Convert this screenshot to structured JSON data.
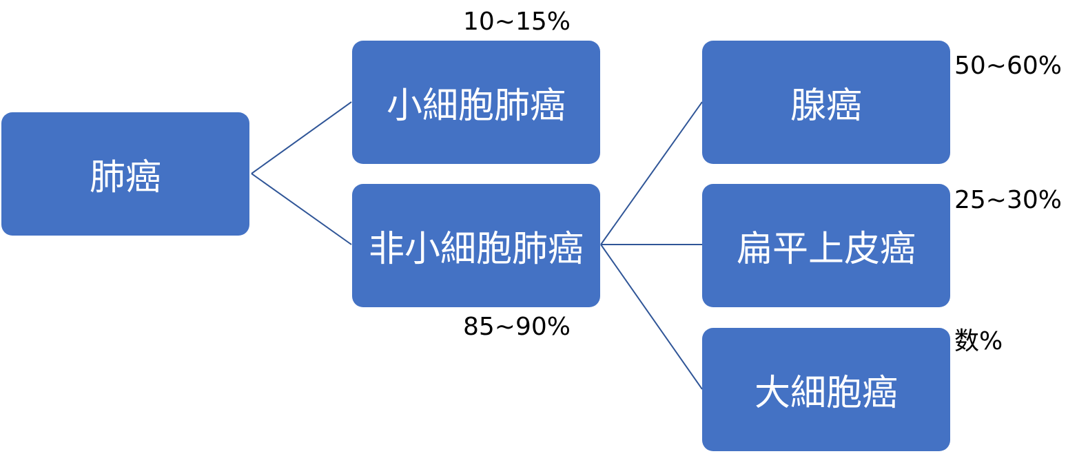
{
  "colors": {
    "node_fill": "#4472c4",
    "node_text": "#ffffff",
    "connector": "#2f5597",
    "label_text": "#000000"
  },
  "nodes": {
    "root": {
      "label": "肺癌"
    },
    "small_cell": {
      "label": "小細胞肺癌",
      "share": "10~15%"
    },
    "non_small_cell": {
      "label": "非小細胞肺癌",
      "share": "85~90%"
    },
    "adenocarcinoma": {
      "label": "腺癌",
      "share": "50~60%"
    },
    "squamous": {
      "label": "扁平上皮癌",
      "share": "25~30%"
    },
    "large_cell": {
      "label": "大細胞癌",
      "share": "数%"
    }
  }
}
